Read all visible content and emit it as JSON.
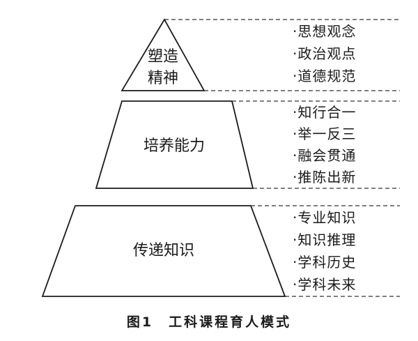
{
  "diagram": {
    "layers": [
      {
        "title_lines": [
          "塑造",
          "精神"
        ],
        "points": [
          "·思想观念",
          "·政治观点",
          "·道德规范"
        ]
      },
      {
        "title_lines": [
          "培养能力"
        ],
        "points": [
          "·知行合一",
          "·举一反三",
          "·融会贯通",
          "·推陈出新"
        ]
      },
      {
        "title_lines": [
          "传递知识"
        ],
        "points": [
          "·专业知识",
          "·知识推理",
          "·学科历史",
          "·学科未来"
        ]
      }
    ],
    "caption": "图1　工科课程育人模式"
  }
}
